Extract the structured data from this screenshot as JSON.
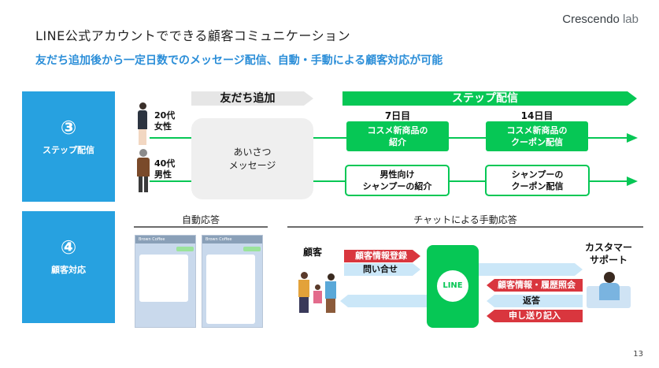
{
  "header": {
    "title": "LINE公式アカウントでできる顧客コミュニケーション",
    "subtitle": "友だち追加後から一定日数でのメッセージ配信、自動・手動による顧客対応が可能",
    "logo_main": "Crescendo",
    "logo_lab": "lab"
  },
  "step_section": {
    "num": "③",
    "label": "ステップ配信",
    "friend_add": "友だち追加",
    "step_delivery": "ステップ配信",
    "day7": "7日目",
    "day14": "14日目",
    "persona1_age": "20代",
    "persona1_gender": "女性",
    "persona2_age": "40代",
    "persona2_gender": "男性",
    "greeting_line1": "あいさつ",
    "greeting_line2": "メッセージ",
    "box_a_l1": "コスメ新商品の",
    "box_a_l2": "紹介",
    "box_b_l1": "コスメ新商品の",
    "box_b_l2": "クーポン配信",
    "box_c_l1": "男性向け",
    "box_c_l2": "シャンプーの紹介",
    "box_d_l1": "シャンプーの",
    "box_d_l2": "クーポン配信"
  },
  "support_section": {
    "num": "④",
    "label": "顧客対応",
    "auto_reply": "自動応答",
    "manual_reply": "チャットによる手動応答",
    "customer": "顧客",
    "support_l1": "カスタマー",
    "support_l2": "サポート",
    "line_label": "LINE",
    "arrow1": "顧客情報登録",
    "arrow2": "問い合せ",
    "arrow3": "顧客情報・履歴照会",
    "arrow4": "返答",
    "arrow5": "申し送り記入",
    "phone_app": "Brown Coffee"
  },
  "page_number": "13",
  "colors": {
    "line_green": "#06c755",
    "accent_blue": "#27a1e0",
    "alert_red": "#d9363e",
    "light_blue": "#cbe7f8"
  }
}
